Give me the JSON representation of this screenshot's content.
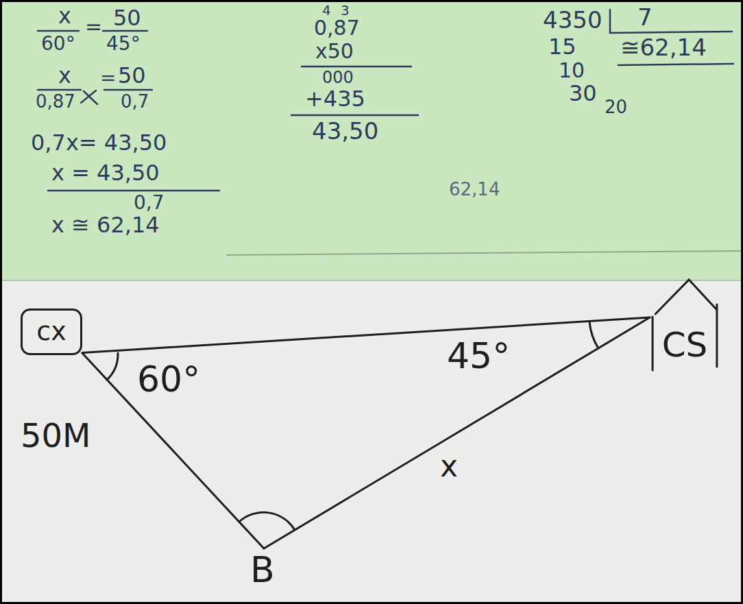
{
  "diagram": {
    "nodes": [
      {
        "text": [
          "cx"
        ]
      },
      {
        "text": [
          "CS"
        ]
      }
    ],
    "edges": [
      {
        "from": 0,
        "to": 1,
        "arrow": "none"
      }
    ],
    "labels": [
      "x",
      "60°",
      "=",
      "50",
      "45°",
      "x",
      "0,87",
      "=",
      "50",
      "0,7",
      "0,7x= 43,50",
      "x = 43,50",
      "0,7",
      "x ≅ 62,14",
      "4",
      "3",
      "0,87",
      "x50",
      "000",
      "+435",
      "43,50",
      "4350",
      "7",
      "15",
      "≅62,14",
      "10",
      "30",
      "20",
      "62,14",
      "60°",
      "45°",
      "50M",
      "x",
      "B"
    ]
  }
}
